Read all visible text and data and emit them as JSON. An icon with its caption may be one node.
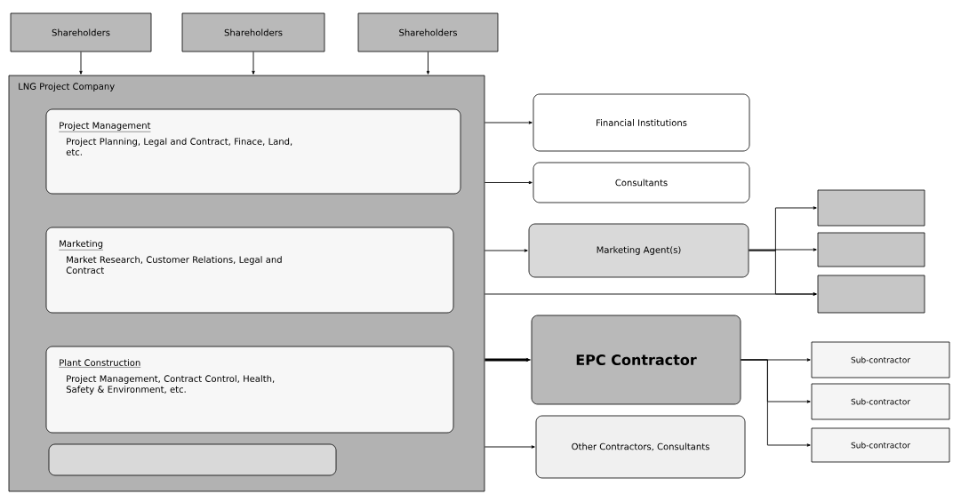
{
  "diagram": {
    "nodes": [
      {
        "text": [
          "Shareholders"
        ]
      },
      {
        "text": [
          "Shareholders"
        ]
      },
      {
        "text": [
          "Shareholders"
        ]
      },
      {
        "text": [
          "LNG Project Company"
        ]
      },
      {
        "text": [
          "Project Management",
          "Project Planning, Legal and Contract, Finace, Land, etc."
        ],
        "in": 3
      },
      {
        "text": [
          "Marketing",
          "Market Research, Customer Relations, Legal and Contract"
        ],
        "in": 3
      },
      {
        "text": [
          "Plant Construction",
          "Project Management, Contract Control, Health, Safety & Environment, etc."
        ],
        "in": 3
      },
      {
        "text": [],
        "shape": "box",
        "in": 3
      },
      {
        "text": [
          "Financial Institutions"
        ]
      },
      {
        "text": [
          "Consultants"
        ]
      },
      {
        "text": [
          "Marketing Agent(s)"
        ]
      },
      {
        "text": [],
        "shape": "box"
      },
      {
        "text": [],
        "shape": "box"
      },
      {
        "text": [],
        "shape": "box"
      },
      {
        "text": [
          "EPC Contractor"
        ]
      },
      {
        "text": [
          "Other Contractors, Consultants"
        ]
      },
      {
        "text": [
          "Sub-contractor"
        ]
      },
      {
        "text": [
          "Sub-contractor"
        ]
      },
      {
        "text": [
          "Sub-contractor"
        ]
      }
    ],
    "edges": [
      {
        "from": 0,
        "to": 3,
        "arrow": "to"
      },
      {
        "from": 1,
        "to": 3,
        "arrow": "to"
      },
      {
        "from": 2,
        "to": 3,
        "arrow": "to"
      },
      {
        "from": 3,
        "to": 8,
        "arrow": "to"
      },
      {
        "from": 3,
        "to": 9,
        "arrow": "to"
      },
      {
        "from": 3,
        "to": 10,
        "arrow": "to"
      },
      {
        "from": 10,
        "to": 11,
        "arrow": "to"
      },
      {
        "from": 10,
        "to": 12,
        "arrow": "to"
      },
      {
        "from": 10,
        "to": 13,
        "arrow": "to"
      },
      {
        "from": 3,
        "to": 13,
        "arrow": "to"
      },
      {
        "from": 3,
        "to": 14,
        "arrow": "to",
        "style": "thick"
      },
      {
        "from": 3,
        "to": 15,
        "arrow": "to"
      },
      {
        "from": 14,
        "to": 16,
        "arrow": "to"
      },
      {
        "from": 14,
        "to": 17,
        "arrow": "to"
      },
      {
        "from": 14,
        "to": 18,
        "arrow": "to"
      }
    ]
  }
}
